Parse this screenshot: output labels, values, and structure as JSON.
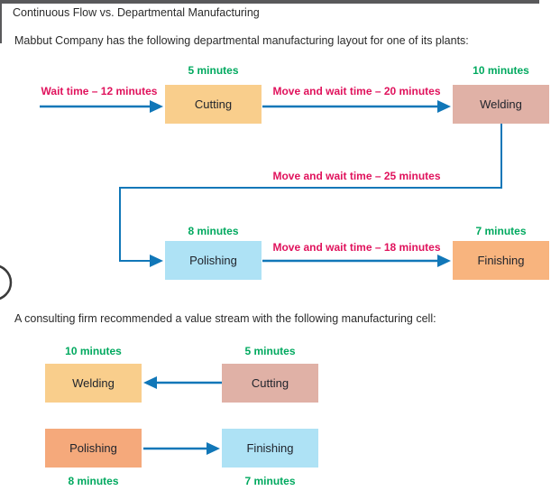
{
  "page": {
    "title": "Continuous Flow vs. Departmental Manufacturing",
    "intro": "Mabbut Company has the following departmental manufacturing layout for one of its plants:",
    "cell_intro": "A consulting firm recommended a value stream with the following manufacturing cell:"
  },
  "colors": {
    "accent_green": "#00a95f",
    "accent_red": "#e0125c",
    "arrow_blue": "#1177b8",
    "box_orange": "#f9ce8c",
    "box_pink": "#e0b1a6",
    "box_light_blue": "#aee2f5",
    "box_peach": "#f8b47e",
    "frame_gray": "#59595b"
  },
  "departmental": {
    "wait_in_label": "Wait time – 12 minutes",
    "move_cut_weld_label": "Move and wait time – 20 minutes",
    "move_weld_pol_label": "Move and wait time – 25 minutes",
    "move_pol_fin_label": "Move and wait time – 18 minutes",
    "cutting": {
      "label": "Cutting",
      "time": "5 minutes"
    },
    "welding": {
      "label": "Welding",
      "time": "10 minutes"
    },
    "polishing": {
      "label": "Polishing",
      "time": "8 minutes"
    },
    "finishing": {
      "label": "Finishing",
      "time": "7 minutes"
    }
  },
  "cell": {
    "welding": {
      "label": "Welding",
      "time": "10 minutes"
    },
    "cutting": {
      "label": "Cutting",
      "time": "5 minutes"
    },
    "polishing": {
      "label": "Polishing",
      "time": "8 minutes"
    },
    "finishing": {
      "label": "Finishing",
      "time": "7 minutes"
    }
  }
}
